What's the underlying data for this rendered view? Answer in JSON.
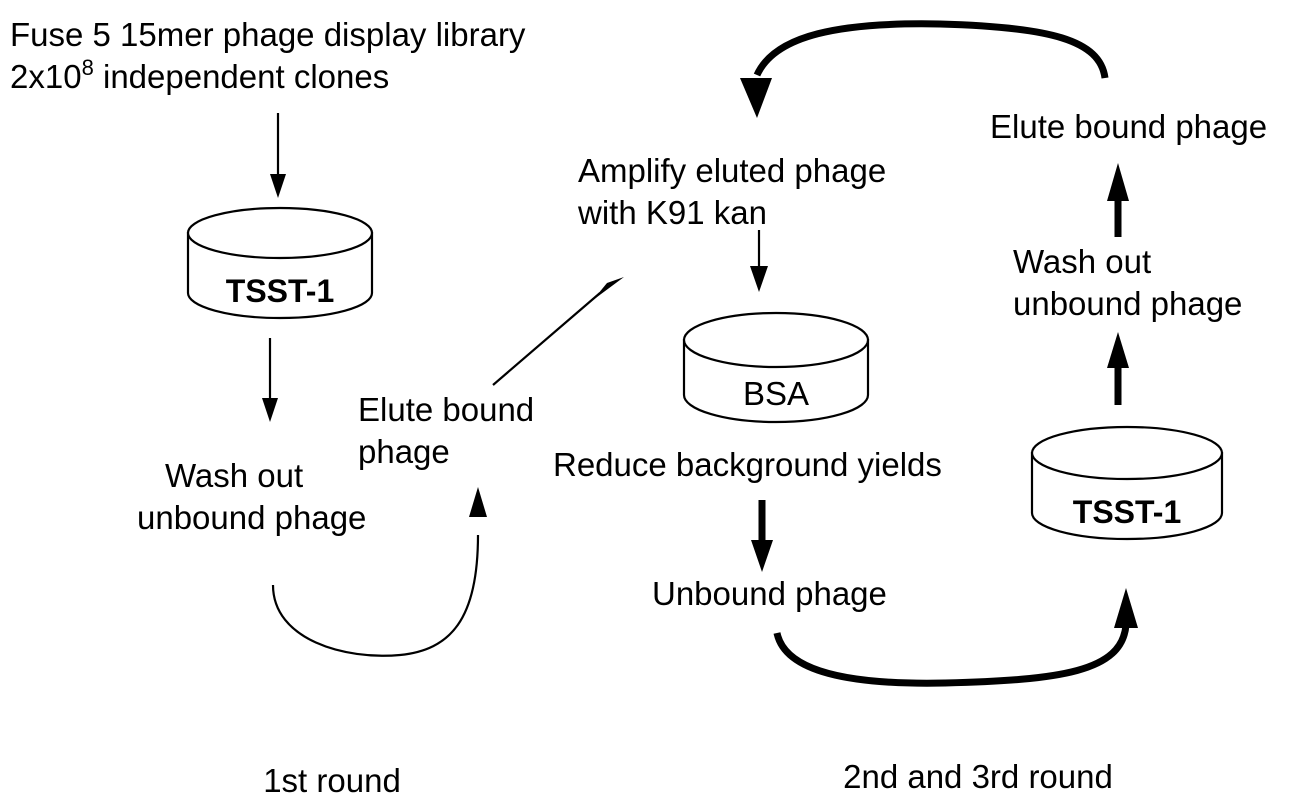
{
  "library": {
    "line1": "Fuse 5 15mer phage display  library",
    "line2_prefix": "2x10",
    "line2_exponent": "8",
    "line2_suffix": " independent clones"
  },
  "round1": {
    "target_label": "TSST-1",
    "wash_line1": "Wash out",
    "wash_line2": "unbound phage",
    "elute_line1": "Elute bound",
    "elute_line2": "phage",
    "caption": "1st round"
  },
  "round2": {
    "amplify_line1": "Amplify eluted phage",
    "amplify_line2": "with K91 kan",
    "bsa_label": "BSA",
    "reduce_label": "Reduce background yields",
    "unbound_label": "Unbound phage",
    "target_label": "TSST-1",
    "wash_line1": "Wash out",
    "wash_line2": "unbound phage",
    "elute_label": "Elute bound phage",
    "caption": "2nd and 3rd round"
  }
}
